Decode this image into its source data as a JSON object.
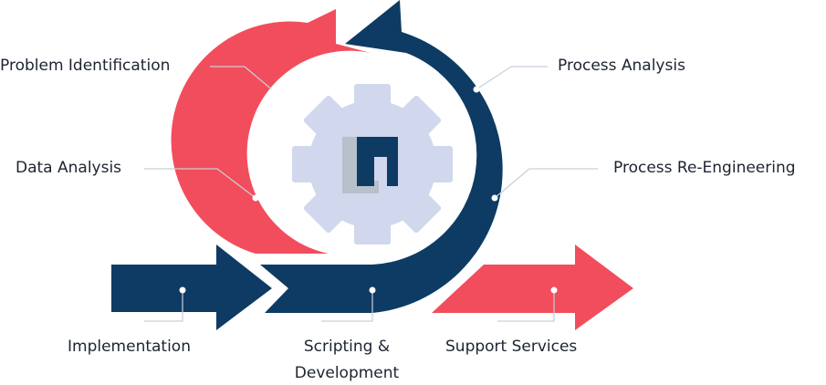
{
  "labels": {
    "problem_identification": "Problem Identification",
    "data_analysis": "Data Analysis",
    "process_analysis": "Process Analysis",
    "process_reengineering": "Process Re-Engineering",
    "implementation": "Implementation",
    "scripting_development": [
      "Scripting &",
      "Development"
    ],
    "support_services": "Support Services"
  },
  "logo": {
    "name": "netsuite-n-logo"
  },
  "colors": {
    "navy": "#0d3b63",
    "coral": "#f24d5c",
    "gear": "#d1d7ec",
    "logo_light": "#b7c0cb",
    "leader": "#c9cfd9",
    "text": "#1d2430"
  }
}
